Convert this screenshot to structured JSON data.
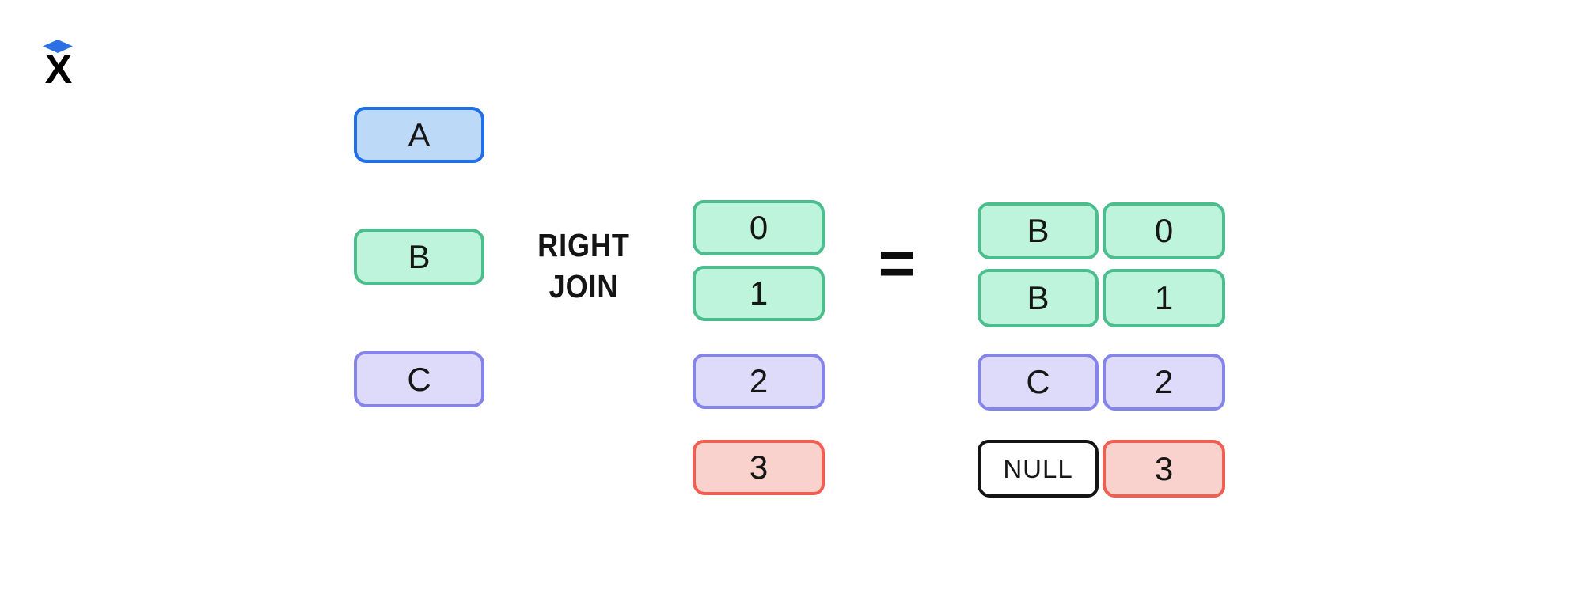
{
  "page": {
    "background": "#ffffff",
    "description": "Hand-drawn diagram illustrating a SQL RIGHT JOIN between two tables"
  },
  "logo": {
    "letter": "X",
    "diamond_color": "#2b6fe4",
    "letter_color": "#000000"
  },
  "diagram": {
    "operator": {
      "line1": "RIGHT",
      "line2": "JOIN"
    },
    "equals_sign": "=",
    "left_table": {
      "rows": [
        {
          "label": "A",
          "color": "blue"
        },
        {
          "label": "B",
          "color": "green"
        },
        {
          "label": "C",
          "color": "purple"
        }
      ]
    },
    "right_table": {
      "rows": [
        {
          "label": "0",
          "color": "green"
        },
        {
          "label": "1",
          "color": "green"
        },
        {
          "label": "2",
          "color": "purple"
        },
        {
          "label": "3",
          "color": "red"
        }
      ]
    },
    "result": {
      "rows": [
        {
          "left": "B",
          "right": "0",
          "left_color": "green",
          "right_color": "green"
        },
        {
          "left": "B",
          "right": "1",
          "left_color": "green",
          "right_color": "green"
        },
        {
          "left": "C",
          "right": "2",
          "left_color": "purple",
          "right_color": "purple"
        },
        {
          "left": "NULL",
          "right": "3",
          "left_color": "null",
          "right_color": "red"
        }
      ]
    },
    "colors": {
      "blue": {
        "border": "#1f6fe8",
        "fill": "#bcd9f7"
      },
      "green": {
        "border": "#4cbd8c",
        "fill": "#bff4dc"
      },
      "purple": {
        "border": "#8484ea",
        "fill": "#dddbf9"
      },
      "red": {
        "border": "#f15e52",
        "fill": "#fad2cd"
      },
      "null": {
        "border": "#141414",
        "fill": "#ffffff"
      }
    }
  }
}
